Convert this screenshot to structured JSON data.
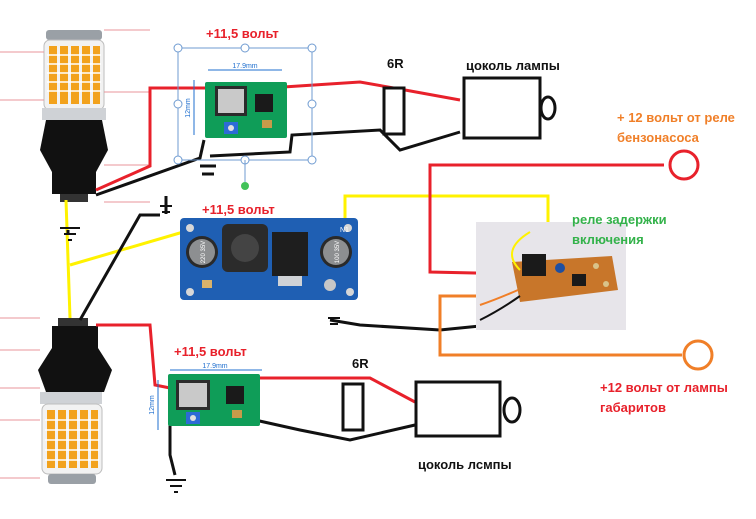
{
  "labels": {
    "voltage_top": "+11,5 вольт",
    "voltage_mid": "+11,5 вольт",
    "voltage_bottom": "+11,5 вольт",
    "resistor_top": "6R",
    "resistor_bottom": "6R",
    "lamp_socket_top": "цоколь лампы",
    "lamp_socket_bottom": "цоколь лсмпы",
    "fuel_pump_line1": "+ 12 вольт от реле",
    "fuel_pump_line2": "бензонасоса",
    "relay_line1": "реле задержки",
    "relay_line2": "включения",
    "parking_line1": "+12 вольт от лампы",
    "parking_line2": "габаритов"
  },
  "boards": {
    "top_dim": "17.9mm",
    "top_dim_side": "12mm",
    "bottom_dim": "17.9mm",
    "bottom_dim_side": "12mm",
    "mid_cap1": "220 35V",
    "mid_cap2": "100 35V",
    "mid_chip": "N1"
  },
  "colors": {
    "wire_red": "#e8212b",
    "wire_black": "#111111",
    "wire_yellow": "#fff200",
    "wire_orange": "#f07f28",
    "pcb_green": "#0f9d58",
    "pcb_blue": "#1f5fb3",
    "label_red": "#e8212b",
    "label_orange": "#f07f28",
    "label_green": "#33b24a"
  }
}
